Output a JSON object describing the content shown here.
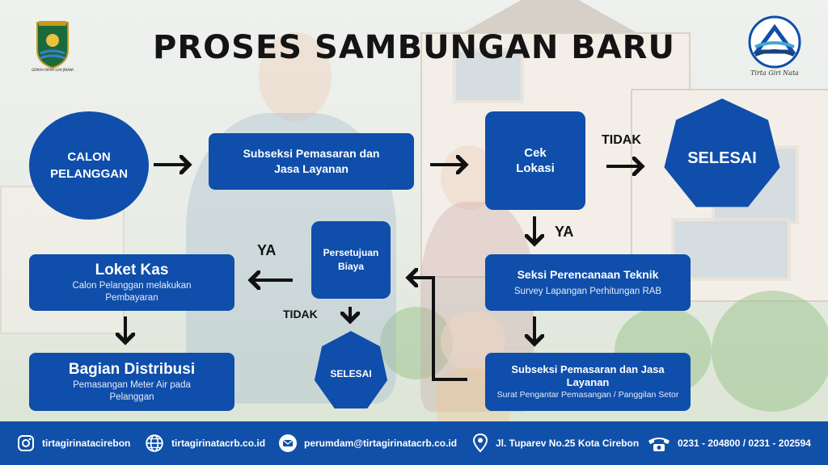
{
  "title": "PROSES SAMBUNGAN BARU",
  "logos": {
    "left_caption": "GEMAH RIPAH LOH JINAWI",
    "right_caption": "Tirta Giri Nata"
  },
  "nodes": {
    "calon_pelanggan": "CALON PELANGGAN",
    "subseksi_pemasaran": "Subseksi Pemasaran dan Jasa Layanan",
    "cek_lokasi": "Cek Lokasi",
    "selesai_top": "SELESAI",
    "seksi_perencanaan": {
      "title": "Seksi Perencanaan Teknik",
      "desc": "Survey Lapangan Perhitungan RAB"
    },
    "subseksi_pemasaran_2": {
      "title": "Subseksi Pemasaran dan Jasa Layanan",
      "desc": "Surat Pengantar Pemasangan / Panggilan Setor"
    },
    "persetujuan_biaya": "Persetujuan Biaya",
    "selesai_bottom": "SELESAI",
    "loket_kas": {
      "title": "Loket Kas",
      "desc": "Calon Pelanggan melakukan Pembayaran"
    },
    "bagian_distribusi": {
      "title": "Bagian Distribusi",
      "desc": "Pemasangan Meter Air pada Pelanggan"
    }
  },
  "labels": {
    "tidak_top": "TIDAK",
    "ya_right": "YA",
    "ya_left": "YA",
    "tidak_bottom": "TIDAK"
  },
  "footer": {
    "instagram": "tirtagirinatacirebon",
    "website": "tirtagirinatacrb.co.id",
    "email": "perumdam@tirtagirinatacrb.co.id",
    "address": "Jl. Tuparev No.25 Kota Cirebon",
    "phone": "0231 - 204800 / 0231 - 202594"
  },
  "colors": {
    "primary": "#0f4eaa",
    "footer": "#1150a8",
    "text": "#141414"
  }
}
